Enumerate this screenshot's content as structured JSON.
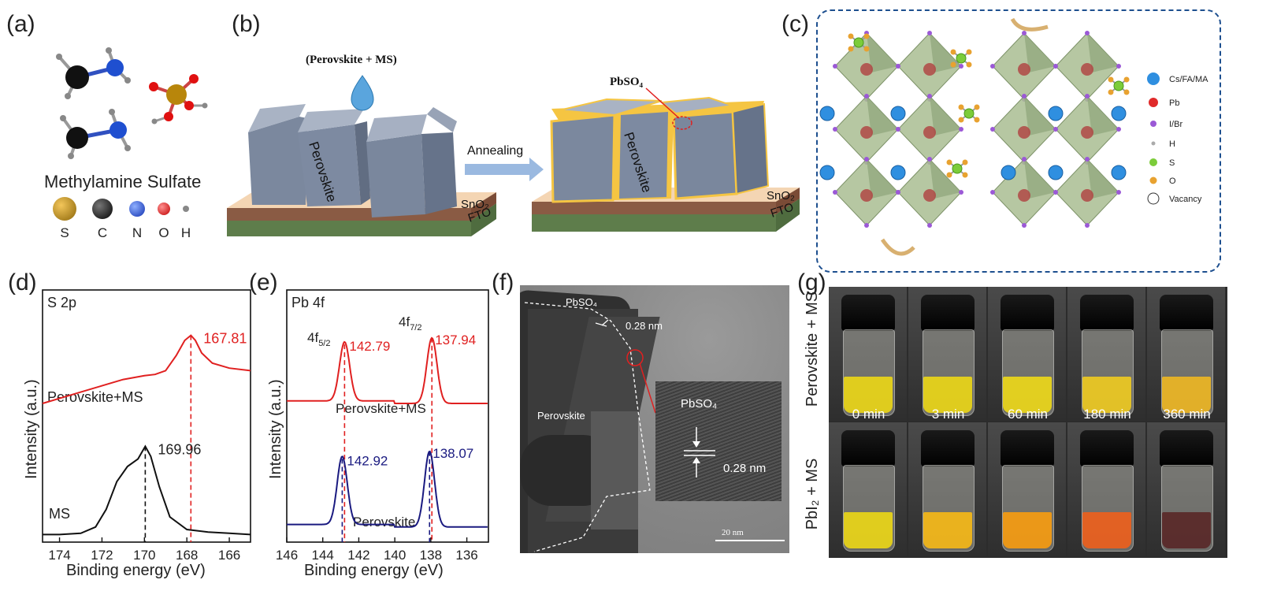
{
  "panels": {
    "a": {
      "label": "(a)",
      "title": "Methylamine Sulfate",
      "legend": [
        {
          "sym": "S",
          "color": "#b8860b"
        },
        {
          "sym": "C",
          "color": "#111111"
        },
        {
          "sym": "N",
          "color": "#1f4fd0"
        },
        {
          "sym": "O",
          "color": "#e01010"
        },
        {
          "sym": "H",
          "color": "#888888"
        }
      ]
    },
    "b": {
      "label": "(b)",
      "drop_label": "(Perovskite + MS)",
      "left_film": "Perovskite",
      "arrow_label": "Annealing",
      "right_film": "Perovskite",
      "right_callout": "PbSO₄",
      "sno2": "SnO₂",
      "fto": "FTO"
    },
    "c": {
      "label": "(c)",
      "legend": [
        {
          "name": "Cs/FA/MA",
          "color": "#2f8fe0"
        },
        {
          "name": "Pb",
          "color": "#e02a2a"
        },
        {
          "name": "I/Br",
          "color": "#9b59d6"
        },
        {
          "name": "H",
          "color": "#aaaaaa"
        },
        {
          "name": "S",
          "color": "#7ccc3a"
        },
        {
          "name": "O",
          "color": "#e8a230"
        },
        {
          "name": "Vacancy",
          "color": "#ffffff"
        }
      ]
    },
    "d": {
      "label": "(d)"
    },
    "e": {
      "label": "(e)"
    },
    "f": {
      "label": "(f)",
      "pbso4_top": "PbSO₄",
      "spacing_top": "0.28 nm",
      "perovskite": "Perovskite",
      "inset_title": "PbSO₄",
      "inset_spacing": "0.28 nm",
      "scalebar": "20 nm"
    },
    "g": {
      "label": "(g)",
      "row1_label": "Perovskite + MS",
      "row2_label": "PbI₂ + MS",
      "times": [
        "0 min",
        "3 min",
        "60 min",
        "180 min",
        "360 min"
      ],
      "row1_colors": [
        "#e6d21a",
        "#e6d21a",
        "#e8d41c",
        "#e9c624",
        "#e8b326"
      ],
      "row2_colors": [
        "#e6d21a",
        "#f0b51a",
        "#f19a14",
        "#e86020",
        "#5a2a2a"
      ]
    }
  },
  "chart_data": [
    {
      "type": "line",
      "panel": "d",
      "title": "S 2p",
      "xlabel": "Binding energy (eV)",
      "ylabel": "Intensity (a.u.)",
      "xlim": [
        174.8,
        165
      ],
      "x_reversed": true,
      "xticks": [
        174,
        172,
        170,
        168,
        166
      ],
      "series": [
        {
          "name": "Perovskite+MS",
          "color": "#e02020",
          "peak_label": "167.81",
          "peak_x": 167.81,
          "x": [
            165,
            166,
            166.8,
            167.3,
            167.6,
            167.81,
            168.1,
            168.5,
            169.0,
            169.5,
            170,
            171,
            172,
            173,
            174,
            174.8
          ],
          "y": [
            0.68,
            0.69,
            0.71,
            0.75,
            0.8,
            0.82,
            0.8,
            0.74,
            0.68,
            0.665,
            0.66,
            0.645,
            0.62,
            0.595,
            0.57,
            0.55
          ]
        },
        {
          "name": "MS",
          "color": "#111111",
          "peak_label": "169.96",
          "peak_x": 169.96,
          "x": [
            165,
            166,
            167,
            168,
            168.8,
            169.3,
            169.7,
            169.96,
            170.3,
            170.8,
            171.3,
            171.8,
            172.3,
            173,
            174,
            174.8
          ],
          "y": [
            0.03,
            0.035,
            0.04,
            0.05,
            0.1,
            0.22,
            0.34,
            0.38,
            0.33,
            0.3,
            0.24,
            0.13,
            0.06,
            0.035,
            0.03,
            0.03
          ]
        }
      ],
      "annotations": [
        "Perovskite+MS",
        "MS"
      ]
    },
    {
      "type": "line",
      "panel": "e",
      "title": "Pb 4f",
      "xlabel": "Binding energy (eV)",
      "ylabel": "Intensity (a.u.)",
      "xlim": [
        146,
        134.8
      ],
      "x_reversed": true,
      "xticks": [
        146,
        144,
        142,
        140,
        138,
        136
      ],
      "peak_names": [
        "4f5/2",
        "4f7/2"
      ],
      "series": [
        {
          "name": "Perovskite+MS",
          "color": "#e02020",
          "peaks": [
            142.79,
            137.94
          ],
          "peak_labels": [
            "142.79",
            "137.94"
          ]
        },
        {
          "name": "Perovskite",
          "color": "#1a1a80",
          "peaks": [
            142.92,
            138.07
          ],
          "peak_labels": [
            "142.92",
            "138.07"
          ]
        }
      ],
      "annotations": [
        "Perovskite+MS",
        "Perovskite"
      ]
    }
  ]
}
